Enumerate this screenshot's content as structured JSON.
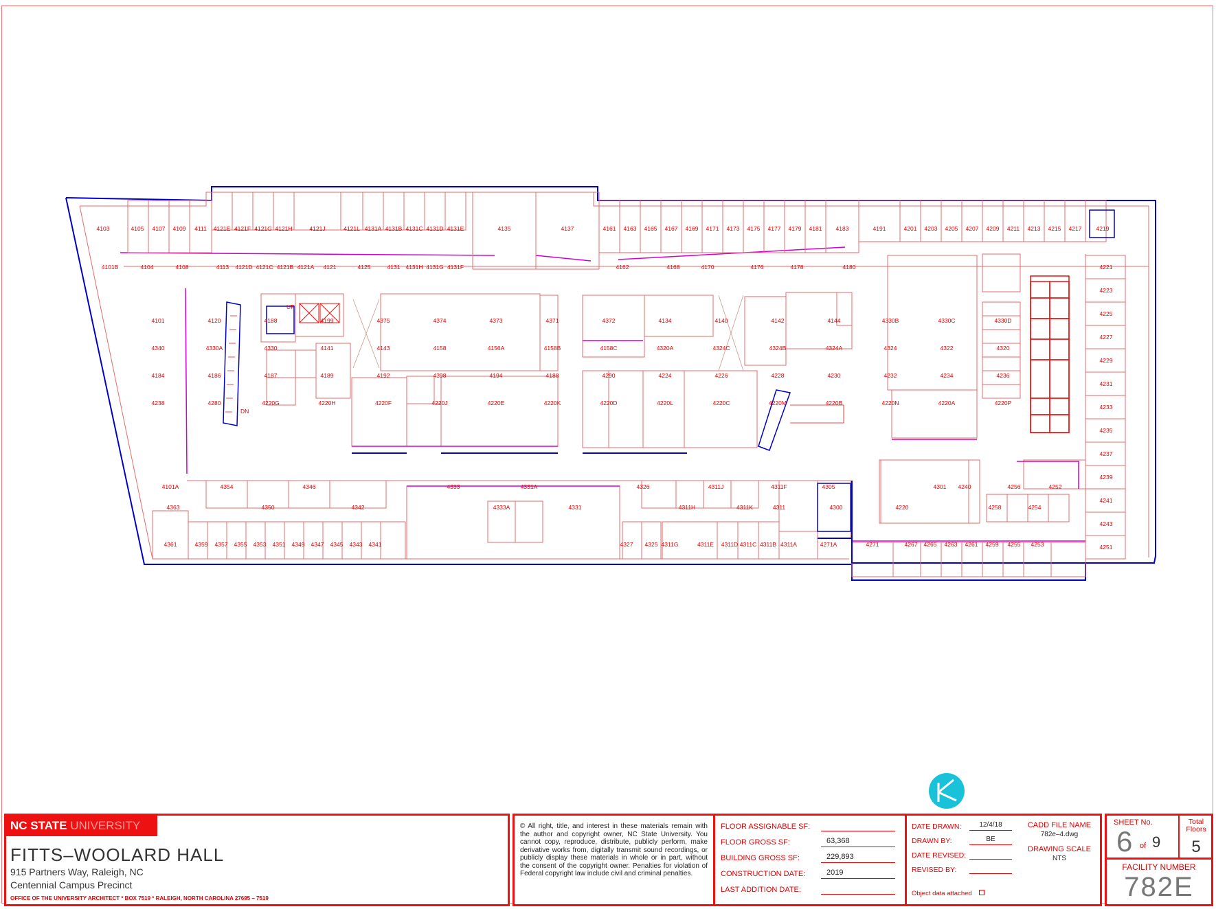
{
  "title_block": {
    "university_bold": "NC STATE",
    "university_light": " UNIVERSITY",
    "building_name": "FITTS–WOOLARD HALL",
    "address": "915 Partners Way, Raleigh, NC",
    "precinct": "Centennial Campus Precinct",
    "office_line": "OFFICE OF THE UNIVERSITY ARCHITECT * BOX 7519 * RALEIGH, NORTH CAROLINA 27695 – 7519",
    "copyright": "© All right, title, and interest in these materials remain with the author and copyright owner, NC State University. You cannot copy, reproduce, distribute, publicly perform, make derivative works from, digitally transmit sound recordings, or publicly display these materials in whole or in part, without the consent of the copyright owner. Penalties for violation of Federal copyright law include civil and criminal penalties.",
    "fields": [
      {
        "label": "FLOOR ASSIGNABLE SF:",
        "value": ""
      },
      {
        "label": "FLOOR GROSS SF:",
        "value": "63,368"
      },
      {
        "label": "BUILDING GROSS SF:",
        "value": "229,893"
      },
      {
        "label": "CONSTRUCTION DATE:",
        "value": "2019"
      },
      {
        "label": "LAST ADDITION DATE:",
        "value": ""
      }
    ],
    "dates": [
      {
        "label": "DATE DRAWN:",
        "value": "12/4/18"
      },
      {
        "label": "DRAWN BY:",
        "value": "BE"
      },
      {
        "label": "DATE REVISED:",
        "value": ""
      },
      {
        "label": "REVISED BY:",
        "value": ""
      }
    ],
    "object_data": "Object data attached",
    "cadd_label": "CADD FILE NAME",
    "cadd_value": "782e–4.dwg",
    "scale_label": "DRAWING SCALE",
    "scale_value": "NTS",
    "sheet_label": "SHEET No.",
    "sheet_number": "6",
    "sheet_of": "of",
    "sheet_total": "9",
    "total_floors_label": "Total Floors",
    "total_floors": "5",
    "facility_label": "FACILITY NUMBER",
    "facility_number": "782E"
  },
  "plan": {
    "rooms_north": [
      "4103",
      "4105",
      "4107",
      "4109",
      "4111",
      "4121E",
      "4121F",
      "4121G",
      "4121H",
      "4121J",
      "4121L",
      "4131A",
      "4131B",
      "4131C",
      "4131D",
      "4131E",
      "4135",
      "4137",
      "4161",
      "4163",
      "4165",
      "4167",
      "4169",
      "4171",
      "4173",
      "4175",
      "4177",
      "4179",
      "4181",
      "4183",
      "4191",
      "4201",
      "4203",
      "4205",
      "4207",
      "4209",
      "4211",
      "4213",
      "4215",
      "4217",
      "4219"
    ],
    "rooms_north2": [
      "4101B",
      "4104",
      "4108",
      "4113",
      "4121D",
      "4121C",
      "4121B",
      "4121A",
      "4121",
      "4125",
      "4131",
      "4131H",
      "4131G",
      "4131F",
      "4162",
      "4168",
      "4170",
      "4176",
      "4178",
      "4180"
    ],
    "rooms_core": [
      "4101",
      "4120",
      "4188",
      "4199",
      "4375",
      "4374",
      "4373",
      "4371",
      "4372",
      "4134",
      "4140",
      "4142",
      "4144",
      "4330B",
      "4330C",
      "4330D",
      "4340",
      "4330A",
      "4330",
      "4141",
      "4143",
      "4158",
      "4156A",
      "4158B",
      "4158C",
      "4320A",
      "4324C",
      "4324B",
      "4324A",
      "4324",
      "4322",
      "4320",
      "4184",
      "4186",
      "4187",
      "4189",
      "4192",
      "4398",
      "4194",
      "4188",
      "4290",
      "4224",
      "4226",
      "4228",
      "4230",
      "4232",
      "4234",
      "4236",
      "4238",
      "4280",
      "4220G",
      "4220H",
      "4220F",
      "4220J",
      "4220E",
      "4220K",
      "4220D",
      "4220L",
      "4220C",
      "4220M",
      "4220B",
      "4220N",
      "4220A",
      "4220P"
    ],
    "rooms_east": [
      "4221",
      "4223",
      "4225",
      "4227",
      "4229",
      "4231",
      "4233",
      "4235",
      "4237",
      "4239",
      "4241",
      "4243",
      "4251"
    ],
    "rooms_south": [
      "4101A",
      "4363",
      "4354",
      "4350",
      "4346",
      "4342",
      "4333",
      "4333A",
      "4331A",
      "4331",
      "4326",
      "4311H",
      "4311J",
      "4311K",
      "4311F",
      "4311",
      "4305",
      "4300",
      "4301",
      "4220",
      "4240",
      "4258",
      "4256",
      "4254",
      "4252"
    ],
    "rooms_south2": [
      "4361",
      "4359",
      "4357",
      "4355",
      "4353",
      "4351",
      "4349",
      "4347",
      "4345",
      "4343",
      "4341",
      "4327",
      "4325",
      "4311G",
      "4311E",
      "4311D",
      "4311C",
      "4311B",
      "4311A",
      "4271A",
      "4271",
      "4267",
      "4265",
      "4263",
      "4261",
      "4259",
      "4255",
      "4253"
    ],
    "stair_dn": "DN",
    "stair_up": "UP",
    "colors": {
      "wall": "#e66a6a",
      "room_label": "#e00000",
      "door_label": "#13c6d6",
      "partition": "#d100d1",
      "exterior": "#0000c8",
      "border": "#ee1111"
    }
  }
}
